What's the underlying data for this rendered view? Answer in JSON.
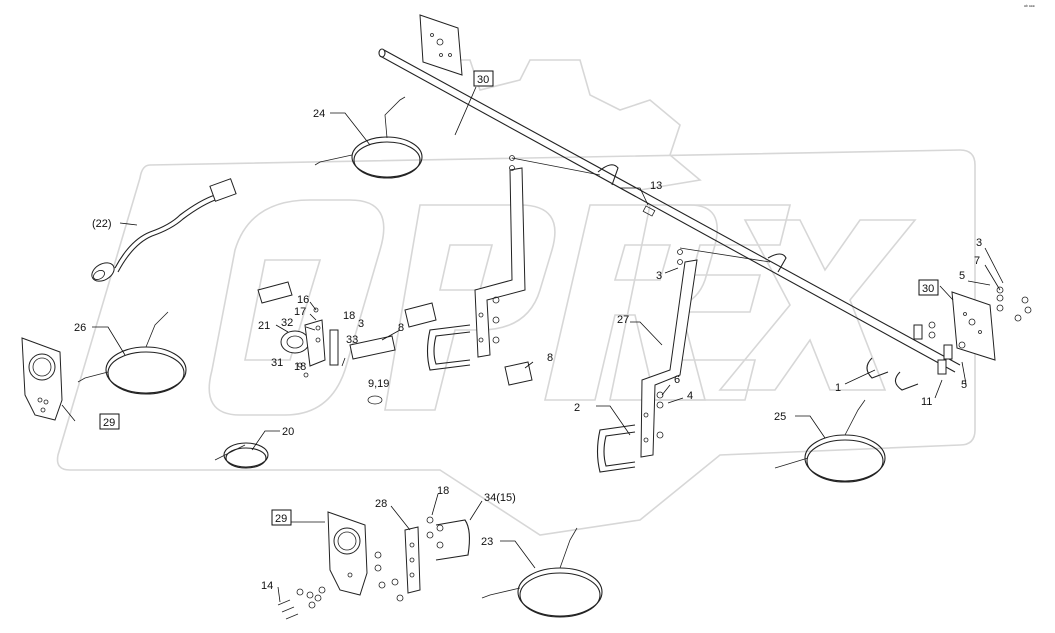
{
  "corner_mark": "ᵃᵇ ᵉᵉᵉ",
  "watermark": {
    "color": "#d7d7d7"
  },
  "labels": {
    "p13": "13",
    "p24": "24",
    "p22": "(22)",
    "p26": "26",
    "p29a": "29",
    "p29b": "29",
    "p30a": "30",
    "p30b": "30",
    "p16": "16",
    "p17": "17",
    "p32": "32",
    "p21": "21",
    "p18a": "18",
    "p3a": "3",
    "p33": "33",
    "p31": "31",
    "p18b": "18",
    "p8a": "8",
    "p919": "9,19",
    "p8b": "8",
    "p3b": "3",
    "p27": "27",
    "p6": "6",
    "p4": "4",
    "p2": "2",
    "p20": "20",
    "p25": "25",
    "p1": "1",
    "p11": "11",
    "p5a": "5",
    "p5b": "5",
    "p7": "7",
    "p3c": "3",
    "p28": "28",
    "p18c": "18",
    "p3415": "34(15)",
    "p23": "23",
    "p14": "14"
  }
}
